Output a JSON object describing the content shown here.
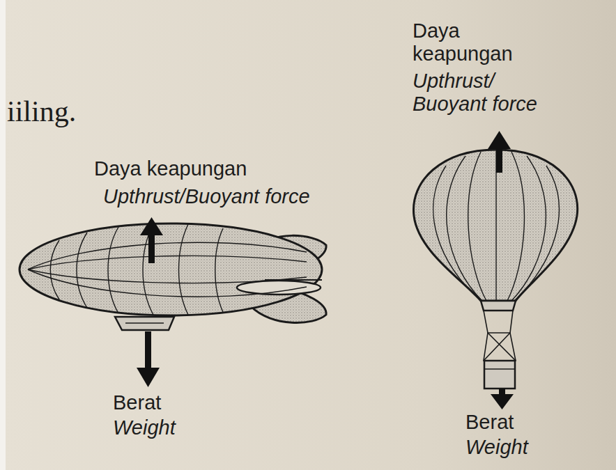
{
  "diagram": {
    "labels": [
      "iiling.",
      "Daya keapungan",
      "Upthrust/Buoyant force",
      "Berat",
      "Weight",
      "Daya keapungan",
      "Upthrust/ Buoyant force",
      "Berat",
      "Weight"
    ]
  }
}
